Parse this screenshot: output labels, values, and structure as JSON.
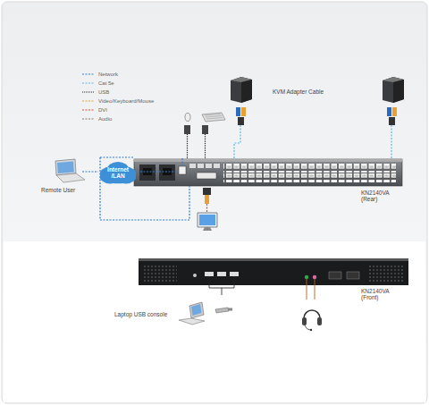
{
  "diagram": {
    "nodes": [
      {
        "text": [
          "Internet /LAN"
        ]
      }
    ],
    "labels": [
      "KVM Adapter Cable",
      "Remote User",
      "KN2140VA (Rear)",
      "KN2140VA (Front)",
      "Laptop USB console"
    ],
    "legend": [
      {
        "text": "Network"
      },
      {
        "text": "Cat 5e"
      },
      {
        "text": "USB"
      },
      {
        "text": "Video/Keyboard/Mouse"
      },
      {
        "text": "DVI"
      },
      {
        "text": "Audio"
      }
    ]
  }
}
